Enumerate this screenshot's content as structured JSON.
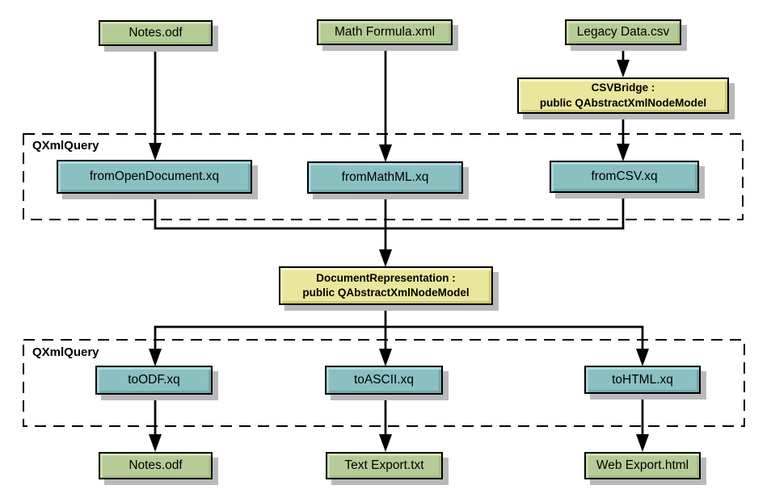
{
  "diagram": {
    "source_files": [
      {
        "label": "Notes.odf"
      },
      {
        "label": "Math Formula.xml"
      },
      {
        "label": "Legacy Data.csv"
      }
    ],
    "csv_bridge": {
      "line1": "CSVBridge :",
      "line2": "public QAbstractXmlNodeModel"
    },
    "query_group_top": {
      "label": "QXmlQuery",
      "queries": [
        {
          "label": "fromOpenDocument.xq"
        },
        {
          "label": "fromMathML.xq"
        },
        {
          "label": "fromCSV.xq"
        }
      ]
    },
    "document_representation": {
      "line1": "DocumentRepresentation :",
      "line2": "public QAbstractXmlNodeModel"
    },
    "query_group_bottom": {
      "label": "QXmlQuery",
      "queries": [
        {
          "label": "toODF.xq"
        },
        {
          "label": "toASCII.xq"
        },
        {
          "label": "toHTML.xq"
        }
      ]
    },
    "output_files": [
      {
        "label": "Notes.odf"
      },
      {
        "label": "Text Export.txt"
      },
      {
        "label": "Web Export.html"
      }
    ],
    "colors": {
      "file_fill": "#b6cc96",
      "query_fill": "#8ac0c2",
      "class_fill": "#eae79c",
      "shadow": "#b9b9b9",
      "line": "#000000",
      "background": "#ffffff"
    }
  }
}
